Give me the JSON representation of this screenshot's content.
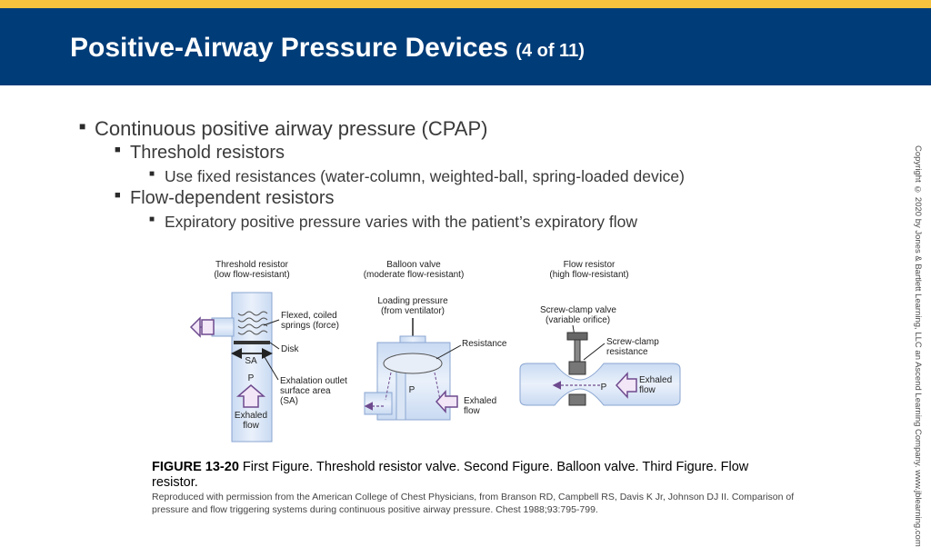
{
  "header": {
    "title_main": "Positive-Airway Pressure Devices",
    "title_sub": "(4 of 11)",
    "colors": {
      "band": "#003c78",
      "stripe": "#f7c33f"
    }
  },
  "bullets": {
    "cpap": "Continuous positive airway pressure (CPAP)",
    "threshold": "Threshold resistors",
    "threshold_detail": "Use fixed resistances (water-column, weighted-ball, spring-loaded device)",
    "flow": "Flow-dependent resistors",
    "flow_detail": "Expiratory positive pressure varies with the patient’s expiratory flow"
  },
  "copyright": "Copyright © 2020 by Jones & Bartlett Learning, LLC an Ascend Learning Company. www.jblearning.com",
  "figure": {
    "threshold": {
      "title1": "Threshold resistor",
      "title2": "(low flow-resistant)",
      "springs1": "Flexed, coiled",
      "springs2": "springs (force)",
      "disk": "Disk",
      "sa": "SA",
      "p": "P",
      "outlet1": "Exhalation outlet",
      "outlet2": "surface area",
      "outlet3": "(SA)",
      "flow1": "Exhaled",
      "flow2": "flow"
    },
    "balloon": {
      "title1": "Balloon valve",
      "title2": "(moderate flow-resistant)",
      "loading1": "Loading pressure",
      "loading2": "(from ventilator)",
      "resistance": "Resistance",
      "p": "P",
      "flow1": "Exhaled",
      "flow2": "flow"
    },
    "flow_resistor": {
      "title1": "Flow resistor",
      "title2": "(high flow-resistant)",
      "clamp1": "Screw-clamp valve",
      "clamp2": "(variable orifice)",
      "screw1": "Screw-clamp",
      "screw2": "resistance",
      "p": "P",
      "flow1": "Exhaled",
      "flow2": "flow"
    },
    "caption_label": "FIGURE 13-20",
    "caption_text": " First Figure. Threshold resistor valve. Second Figure. Balloon valve. Third Figure. Flow resistor.",
    "credit": "Reproduced with permission from the American College of Chest Physicians, from Branson RD, Campbell RS, Davis K Jr, Johnson DJ II. Comparison of pressure and flow triggering systems during continuous positive airway pressure. Chest 1988;93:795-799."
  }
}
